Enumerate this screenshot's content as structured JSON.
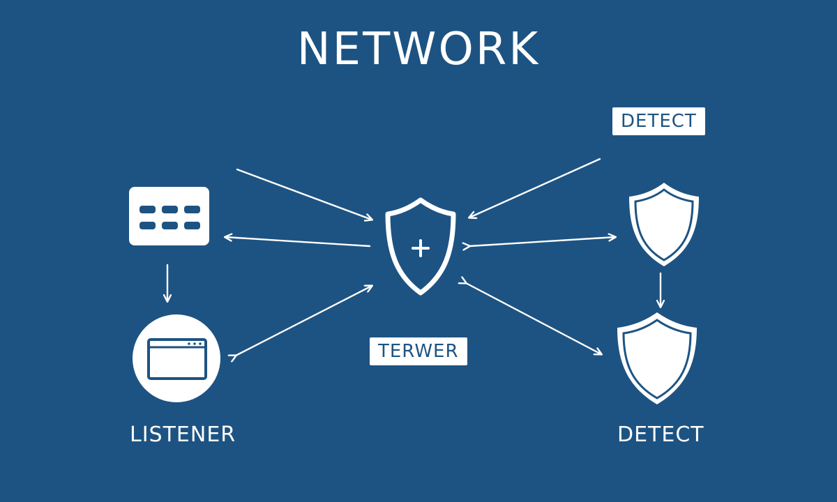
{
  "title": "NETWORK",
  "labels": {
    "detect_top": "DETECT",
    "terwer": "TERWER",
    "listener": "LISTENER",
    "detect_bottom": "DETECT"
  },
  "colors": {
    "background": "#1d5382",
    "foreground": "#ffffff"
  },
  "icons": {
    "server": "server-icon",
    "browser": "browser-window-icon",
    "center_shield": "shield-plus-icon",
    "shield_right_top": "shield-icon",
    "shield_right_bottom": "shield-icon"
  }
}
